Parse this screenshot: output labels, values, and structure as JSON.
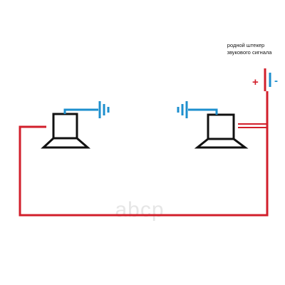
{
  "connector_label": {
    "line1": "родной штекер",
    "line2": "звукового сигнала"
  },
  "polarity": {
    "plus": "+",
    "minus": "-"
  },
  "watermark": {
    "text": "abcp",
    "logo": "abcp-logo"
  },
  "components": [
    {
      "name": "left-horn-speaker",
      "icon": "horn-speaker-icon"
    },
    {
      "name": "right-horn-speaker",
      "icon": "horn-speaker-icon"
    },
    {
      "name": "left-ground",
      "icon": "ground-icon"
    },
    {
      "name": "right-ground",
      "icon": "ground-icon"
    },
    {
      "name": "battery",
      "icon": "battery-icon"
    }
  ],
  "wires": {
    "positive": {
      "label": "positive-wire",
      "color": "#d21f2b"
    },
    "ground": {
      "label": "ground-wire",
      "color": "#1d8fce"
    }
  },
  "colors": {
    "positive": "#d21f2b",
    "negative": "#1d8fce",
    "outline": "#111111",
    "watermark": "#e6e6e6"
  }
}
